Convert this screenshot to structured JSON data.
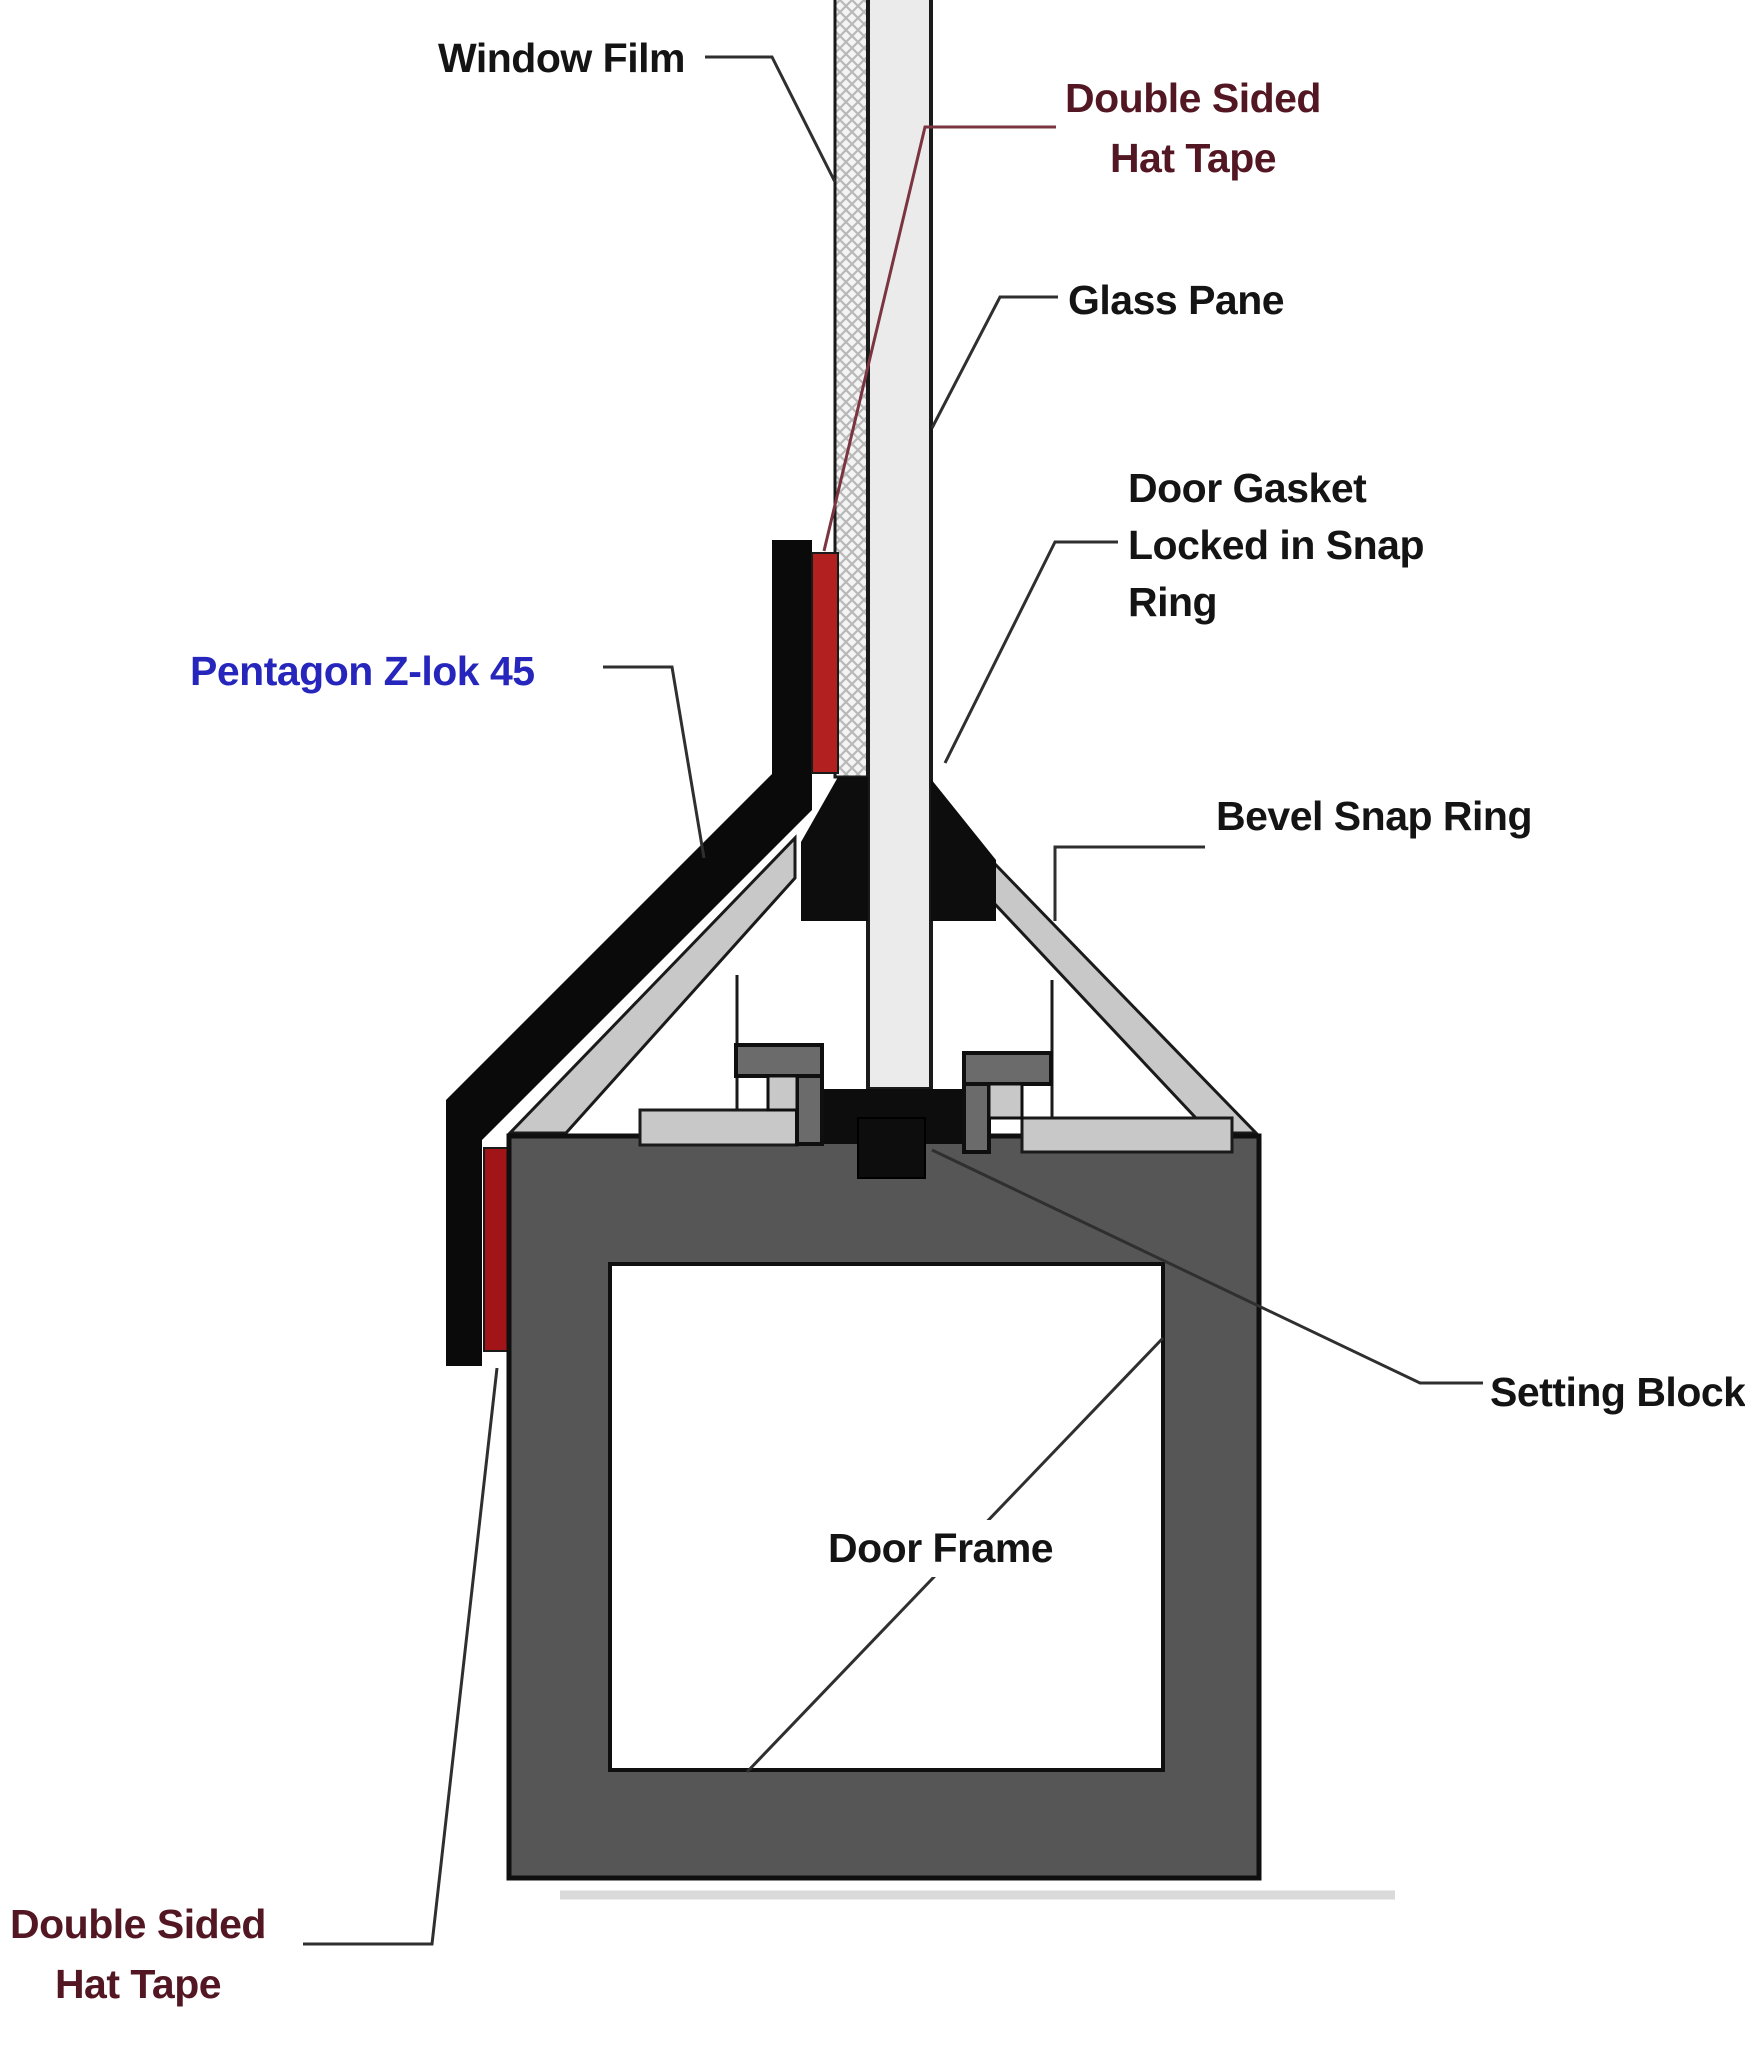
{
  "diagram": {
    "description": "Cross-section diagram of a glass pane with security window film mounted over a door frame using Pentagon Z-lok 45 profile, double sided hat tape, bevel snap ring, door gasket and setting block",
    "labels": {
      "window_film": "Window Film",
      "hat_tape_top_line1": "Double Sided",
      "hat_tape_top_line2": "Hat Tape",
      "glass_pane": "Glass Pane",
      "door_gasket_line1": "Door Gasket",
      "door_gasket_line2": "Locked in Snap",
      "door_gasket_line3": "Ring",
      "z_lok": "Pentagon Z-lok 45",
      "bevel_snap_ring": "Bevel Snap Ring",
      "setting_block": "Setting Block",
      "door_frame": "Door Frame",
      "hat_tape_bottom_line1": "Double Sided",
      "hat_tape_bottom_line2": "Hat Tape"
    },
    "colors": {
      "maroon_text": "#521722",
      "blue_text": "#2626bd",
      "black_text": "#141414",
      "leader_dark": "#2f2f2f",
      "leader_maroon": "#7a3540",
      "tape_red_top": "#b22020",
      "tape_red_bottom": "#a11518",
      "frame_gray": "#565656",
      "clamp_gray": "#6b6b6b",
      "band_gray": "#c8c8c8",
      "glass_gray": "#ebebeb",
      "profile_black": "#0a0a0a",
      "gasket_black": "#0d0d0d",
      "film_bg": "#f4f4f4",
      "film_hatch": "#b8b8b8"
    }
  }
}
